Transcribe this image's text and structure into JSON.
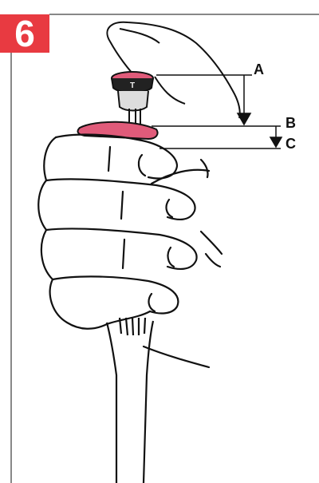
{
  "step_number": "6",
  "labels": {
    "a": "A",
    "b": "B",
    "c": "C"
  },
  "colors": {
    "badge": "#e83a41",
    "plunger": "#e05b7a",
    "line": "#111111"
  }
}
